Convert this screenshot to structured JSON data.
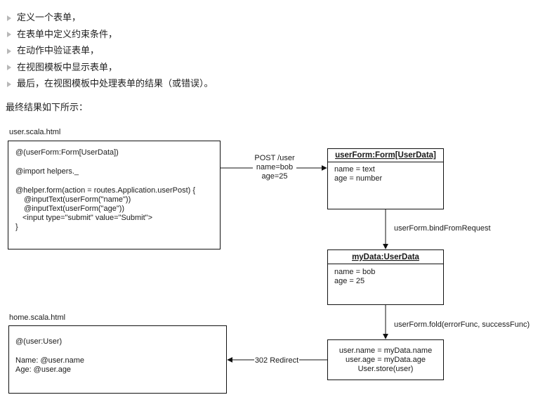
{
  "bullets": [
    "定义一个表单，",
    "在表单中定义约束条件，",
    "在动作中验证表单，",
    "在视图模板中显示表单，",
    "最后，在视图模板中处理表单的结果（或错误）。"
  ],
  "intro": "最终结果如下所示：",
  "diagram": {
    "user_view": {
      "filename": "user.scala.html",
      "lines": [
        "@(userForm:Form[UserData])",
        "@import helpers._",
        "@helper.form(action = routes.Application.userPost) {",
        "@inputText(userForm(\"name\"))",
        "@inputText(userForm(\"age\"))",
        "<input type=\"submit\" value=\"Submit\">",
        "}"
      ]
    },
    "post_arrow": {
      "lines": [
        "POST /user",
        "name=bob",
        "age=25"
      ]
    },
    "form_box": {
      "title": "userForm:Form[UserData]",
      "lines": [
        "name = text",
        "age = number"
      ]
    },
    "bind_arrow": {
      "label": "userForm.bindFromRequest"
    },
    "data_box": {
      "title": "myData:UserData",
      "lines": [
        "name = bob",
        "age = 25"
      ]
    },
    "fold_arrow": {
      "label": "userForm.fold(errorFunc, successFunc)"
    },
    "store_box": {
      "lines": [
        "user.name = myData.name",
        "user.age = myData.age",
        "User.store(user)"
      ]
    },
    "redirect_arrow": {
      "label": "302 Redirect"
    },
    "home_view": {
      "filename": "home.scala.html",
      "lines": [
        "@(user:User)",
        "Name: @user.name",
        "Age: @user.age"
      ]
    }
  }
}
